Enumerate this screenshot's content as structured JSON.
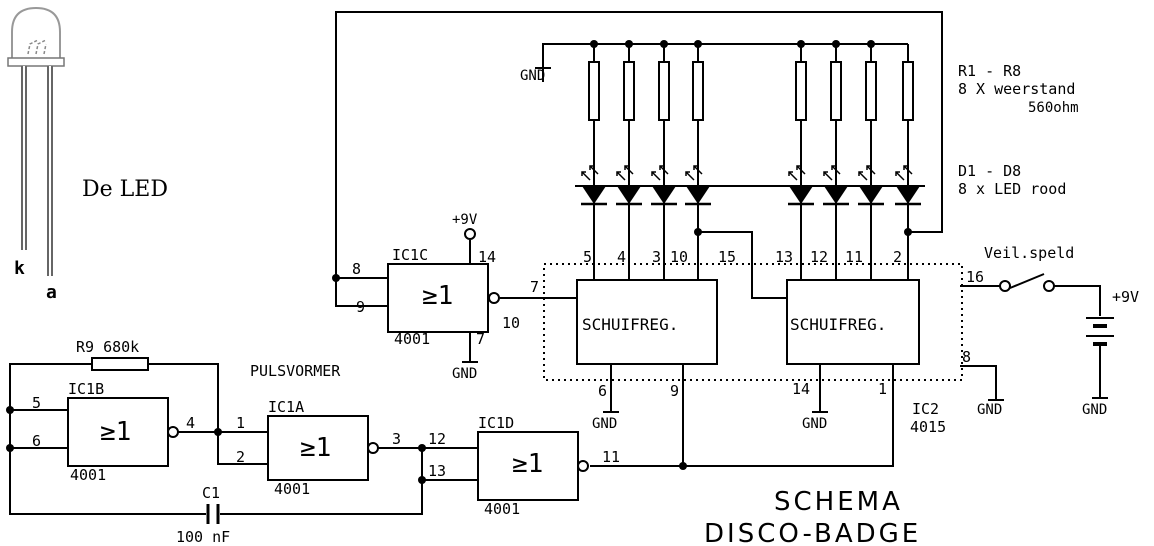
{
  "led": {
    "label": "De LED",
    "k": "k",
    "a": "a"
  },
  "gates": {
    "ic1c": {
      "name": "IC1C",
      "sym": "≥1",
      "type": "4001",
      "pin_in1": "8",
      "pin_in2": "9",
      "pin_vcc": "14",
      "pin_gnd": "7",
      "pin_out": "10"
    },
    "ic1b": {
      "name": "IC1B",
      "sym": "≥1",
      "type": "4001",
      "pin_in1": "5",
      "pin_in2": "6",
      "pin_out": "4"
    },
    "ic1a": {
      "name": "IC1A",
      "sym": "≥1",
      "type": "4001",
      "pin_in1": "1",
      "pin_in2": "2",
      "pin_out": "3"
    },
    "ic1d": {
      "name": "IC1D",
      "sym": "≥1",
      "type": "4001",
      "pin_in1": "12",
      "pin_in2": "13",
      "pin_out": "11"
    }
  },
  "shift": {
    "label1": "SCHUIFREG.",
    "label2": "SCHUIFREG.",
    "ic2_name": "IC2",
    "ic2_type": "4015",
    "pins_top_left": [
      "5",
      "4",
      "3",
      "10"
    ],
    "pins_top_right": [
      "13",
      "12",
      "11",
      "2"
    ],
    "pin_15": "15",
    "pin_7": "7",
    "pin_6": "6",
    "pin_9": "9",
    "pin_14": "14",
    "pin_1": "1",
    "pin_16": "16",
    "pin_8": "8"
  },
  "power": {
    "vplus_gate": "+9V",
    "vplus_batt": "+9V",
    "switch_label": "Veil.speld"
  },
  "gnd": "GND",
  "r9": "R9 680k",
  "c1": {
    "name": "C1",
    "value": "100 nF"
  },
  "pulsvormer": "PULSVORMER",
  "resistors": {
    "line1": "R1 - R8",
    "line2": "8 X weerstand",
    "line3": "560ohm"
  },
  "leds": {
    "line1": "D1 - D8",
    "line2": "8 x LED rood"
  },
  "title": {
    "line1": "SCHEMA",
    "line2": "DISCO-BADGE"
  }
}
